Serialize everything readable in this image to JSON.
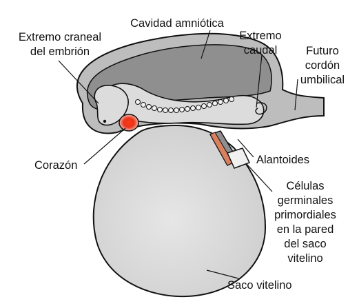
{
  "labels": {
    "amniotic_cavity": "Cavidad amniótica",
    "cranial_end": [
      "Extremo craneal",
      "del embrión"
    ],
    "caudal_end": [
      "Extremo",
      "caudal"
    ],
    "umbilical_cord": [
      "Futuro",
      "cordón",
      "umbilical"
    ],
    "heart": "Corazón",
    "allantois": "Alantoides",
    "germ_cells": [
      "Células",
      "germinales",
      "primordiales",
      "en la pared",
      "del saco",
      "vitelino"
    ],
    "yolk_sac": "Saco vitelino"
  },
  "colors": {
    "outline": "#111111",
    "light_gray": "#dcdcdc",
    "mid_gray": "#bdbdbd",
    "dark_gray": "#8f8f8f",
    "heart": "#e8341c",
    "germ_cells": "#d9805f"
  }
}
